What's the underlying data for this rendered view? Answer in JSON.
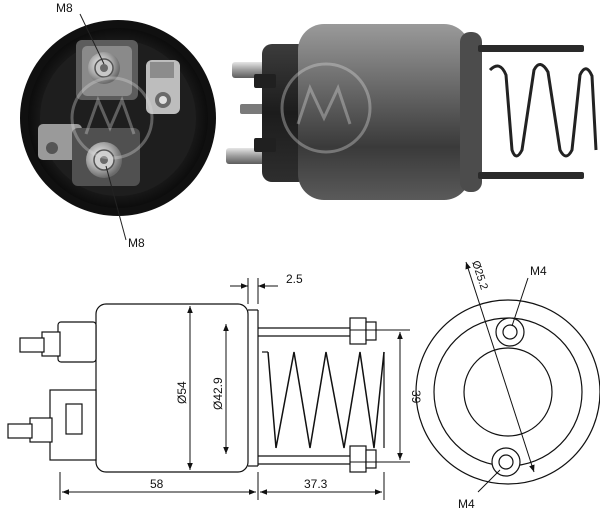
{
  "photo_front": {
    "label_top": "M8",
    "label_bottom": "M8"
  },
  "drawing": {
    "dim_length_body": "58",
    "dim_length_spring": "37.3",
    "dim_gap": "2.5",
    "dim_diameter_outer": "Ø54",
    "dim_diameter_inner": "Ø42.9",
    "dim_height_holes": "39",
    "dim_hole_circle": "Ø25.2",
    "label_m4_top": "M4",
    "label_m4_bottom": "M4"
  }
}
